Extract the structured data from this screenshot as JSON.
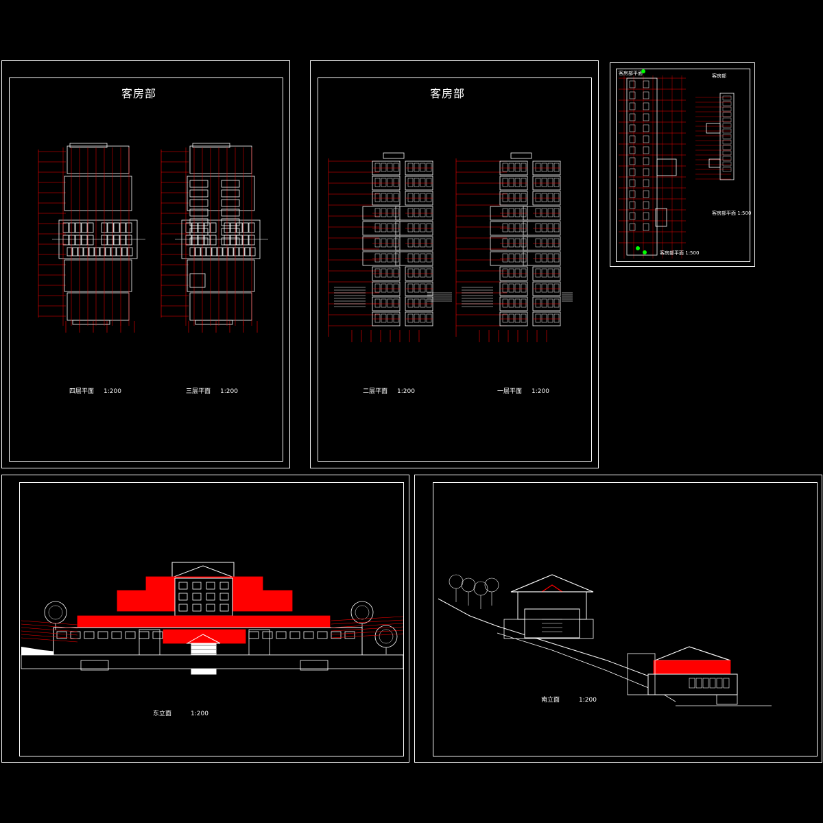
{
  "sheets": {
    "sheet1": {
      "title": "客房部",
      "plans": [
        {
          "label": "四层平面",
          "scale": "1:200"
        },
        {
          "label": "三层平面",
          "scale": "1:200"
        }
      ]
    },
    "sheet2": {
      "title": "客房部",
      "plans": [
        {
          "label": "二层平面",
          "scale": "1:200"
        },
        {
          "label": "一层平面",
          "scale": "1:200"
        }
      ]
    },
    "sheet3": {
      "title_left": "客房部平面",
      "title_right": "客房部",
      "cap_left": "客房部平面",
      "cap_left_scale": "1:500",
      "cap_right": "客房部平面",
      "cap_right_scale": "1:500"
    },
    "sheet4": {
      "label": "东立面",
      "scale": "1:200"
    },
    "sheet5": {
      "label": "南立面",
      "scale": "1:200"
    }
  },
  "colors": {
    "background": "#000000",
    "lines": "#ffffff",
    "accent": "#ff0000",
    "tree_marker": "#00ff00"
  }
}
